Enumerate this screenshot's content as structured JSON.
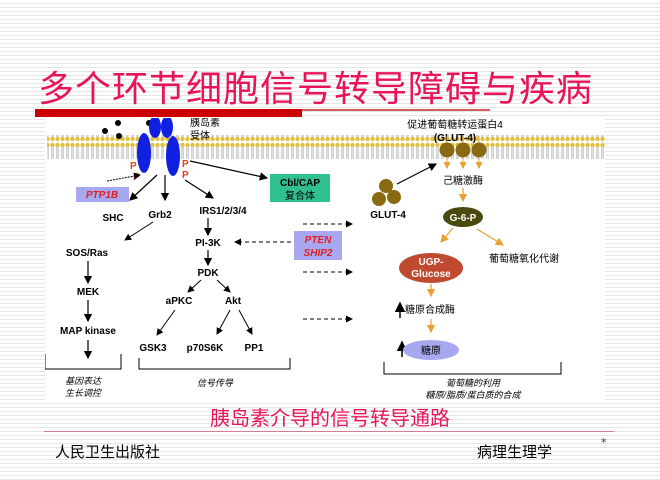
{
  "slide": {
    "title": "多个环节细胞信号转导障碍与疾病",
    "caption": "胰岛素介导的信号转导通路",
    "footer_left": "人民卫生出版社",
    "footer_right": "病理生理学",
    "footer_mark": "*"
  },
  "diagram": {
    "receptor_label_1": "胰岛素",
    "receptor_label_2": "受体",
    "phospho": "P",
    "ptp1b": "PTP1B",
    "cblcap_1": "Cbl/CAP",
    "cblcap_2": "复合体",
    "shc": "SHC",
    "grb2": "Grb2",
    "irs": "IRS1/2/3/4",
    "sos_ras": "SOS/Ras",
    "mek": "MEK",
    "map_kinase": "MAP kinase",
    "pi3k": "PI-3K",
    "pten": "PTEN",
    "ship2": "SHIP2",
    "pdk": "PDK",
    "apkc": "aPKC",
    "akt": "Akt",
    "gsk3": "GSK3",
    "p70s6k": "p70S6K",
    "pp1": "PP1",
    "group_left_1": "基因表达",
    "group_left_2": "生长调控",
    "group_mid": "信号传导",
    "glut4_title_1": "促进葡萄糖转运蛋白4",
    "glut4_title_2": "(GLUT-4)",
    "glut4": "GLUT-4",
    "hexokinase": "己糖激酶",
    "g6p": "G-6-P",
    "ugp_1": "UGP-",
    "ugp_2": "Glucose",
    "glucose_oxidation": "葡萄糖氧化代谢",
    "glycogen_synthase": "糖原合成酶",
    "glycogen": "糖原",
    "group_right_1": "葡萄糖的利用",
    "group_right_2": "糖原/脂质/蛋白质的合成",
    "colors": {
      "receptor": "#1020e0",
      "phospho": "#e04020",
      "inhibitor_text": "#e02020",
      "inhibitor_bg": "#a8a8f0",
      "cblcap_bg": "#30c090",
      "glut": "#8a6a10",
      "g6p": "#4a4a10",
      "ugp": "#c04a30",
      "glycogen": "#a8a8f0",
      "orange_arrow": "#e8a030",
      "membrane": "#e0c040"
    }
  }
}
